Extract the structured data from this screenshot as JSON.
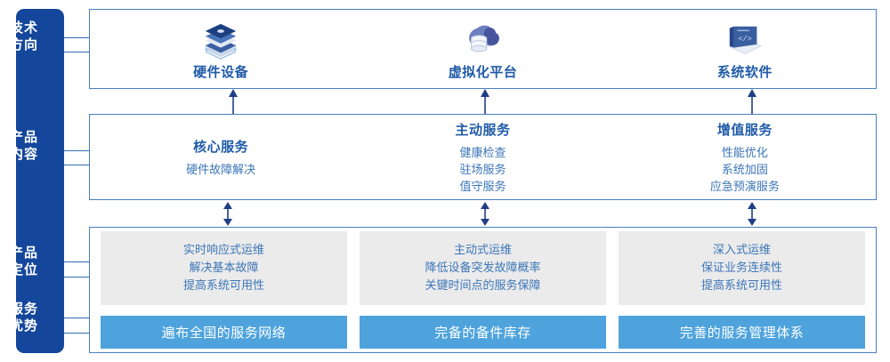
{
  "sidebar": {
    "items": [
      {
        "name": "technology-direction",
        "line1": "技术",
        "line2": "方向"
      },
      {
        "name": "product-content",
        "line1": "产品",
        "line2": "内容"
      },
      {
        "name": "product-positioning",
        "line1": "产品",
        "line2": "定位"
      },
      {
        "name": "service-advantage",
        "line1": "服务",
        "line2": "优势"
      }
    ]
  },
  "technology": {
    "columns": [
      {
        "icon": "server-stack-icon",
        "label": "硬件设备"
      },
      {
        "icon": "cloud-database-icon",
        "label": "虚拟化平台"
      },
      {
        "icon": "laptop-code-icon",
        "label": "系统软件"
      }
    ]
  },
  "product_content": {
    "columns": [
      {
        "title": "核心服务",
        "items": [
          "硬件故障解决"
        ]
      },
      {
        "title": "主动服务",
        "items": [
          "健康检查",
          "驻场服务",
          "值守服务"
        ]
      },
      {
        "title": "增值服务",
        "items": [
          "性能优化",
          "系统加固",
          "应急预演服务"
        ]
      }
    ]
  },
  "product_positioning": {
    "cards": [
      {
        "lines": [
          "实时响应式运维",
          "解决基本故障",
          "提高系统可用性"
        ]
      },
      {
        "lines": [
          "主动式运维",
          "降低设备突发故障概率",
          "关键时间点的服务保障"
        ]
      },
      {
        "lines": [
          "深入式运维",
          "保证业务连续性",
          "提高系统可用性"
        ]
      }
    ]
  },
  "service_advantage": {
    "bars": [
      {
        "label": "遍布全国的服务网络"
      },
      {
        "label": "完备的备件库存"
      },
      {
        "label": "完善的服务管理体系"
      }
    ]
  },
  "colors": {
    "sidebar_bg": "#14479c",
    "box_border": "#4a7fc1",
    "title_blue": "#1f5ba8",
    "body_blue": "#3c76b8",
    "grey_card": "#ebebeb",
    "bar_blue": "#4ea3dd",
    "connector": "#2e6db4",
    "arrow": "#1f3e86"
  }
}
